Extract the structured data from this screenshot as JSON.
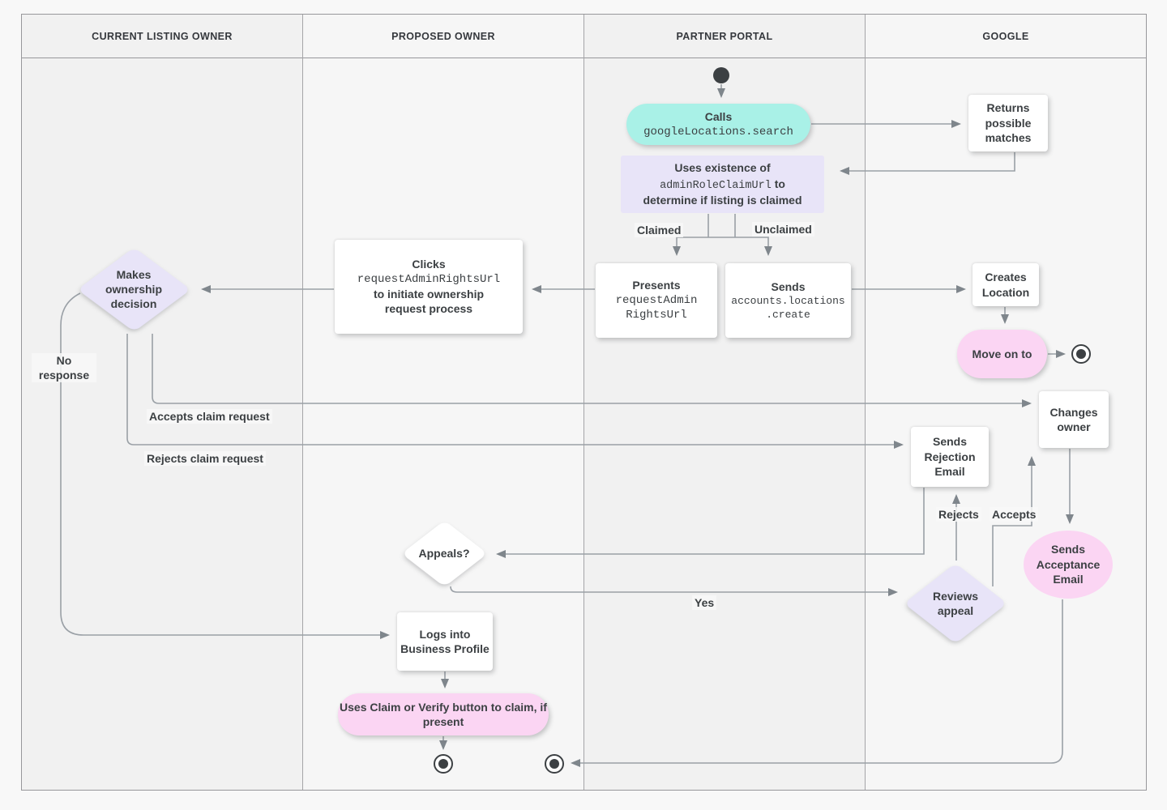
{
  "diagram": {
    "lanes": [
      {
        "label": "CURRENT LISTING OWNER"
      },
      {
        "label": "PROPOSED OWNER"
      },
      {
        "label": "PARTNER PORTAL"
      },
      {
        "label": "GOOGLE"
      }
    ],
    "nodes": {
      "calls": {
        "title": "Calls",
        "code": "googleLocations.search"
      },
      "returns_matches": {
        "text": "Returns possible matches"
      },
      "uses_existence": {
        "line1": "Uses existence of",
        "code": "adminRoleClaimUrl",
        "line2_rest": " to",
        "line3": "determine if listing is claimed"
      },
      "presents": {
        "title": "Presents",
        "code_line1": "requestAdmin",
        "code_line2": "RightsUrl"
      },
      "sends_create": {
        "title": "Sends",
        "code_line1": "accounts.locations",
        "code_line2": ".create"
      },
      "creates_location": {
        "text": "Creates Location"
      },
      "move_on": {
        "text": "Move on to"
      },
      "clicks": {
        "title": "Clicks",
        "code": "requestAdminRightsUrl",
        "line2": "to initiate ownership",
        "line3": "request process"
      },
      "makes_decision": {
        "text": "Makes ownership decision"
      },
      "changes_owner": {
        "text": "Changes owner"
      },
      "sends_rejection": {
        "text": "Sends Rejection Email"
      },
      "sends_acceptance": {
        "text": "Sends Acceptance Email"
      },
      "reviews_appeal": {
        "text": "Reviews appeal"
      },
      "appeals": {
        "text": "Appeals?"
      },
      "logs_in": {
        "text": "Logs into Business Profile"
      },
      "claim_verify": {
        "text": "Uses Claim or Verify button to claim, if present"
      }
    },
    "edge_labels": {
      "claimed": "Claimed",
      "unclaimed": "Unclaimed",
      "no_response": "No response",
      "accepts_claim": "Accepts claim request",
      "rejects_claim": "Rejects claim request",
      "rejects": "Rejects",
      "accepts": "Accepts",
      "yes": "Yes"
    },
    "colors": {
      "teal": "#a9f1e7",
      "lavender": "#e8e4f8",
      "pink": "#fbd5f3",
      "line": "#9aa0a6",
      "arrowhead": "#7f868c",
      "text": "#3c4043"
    }
  }
}
